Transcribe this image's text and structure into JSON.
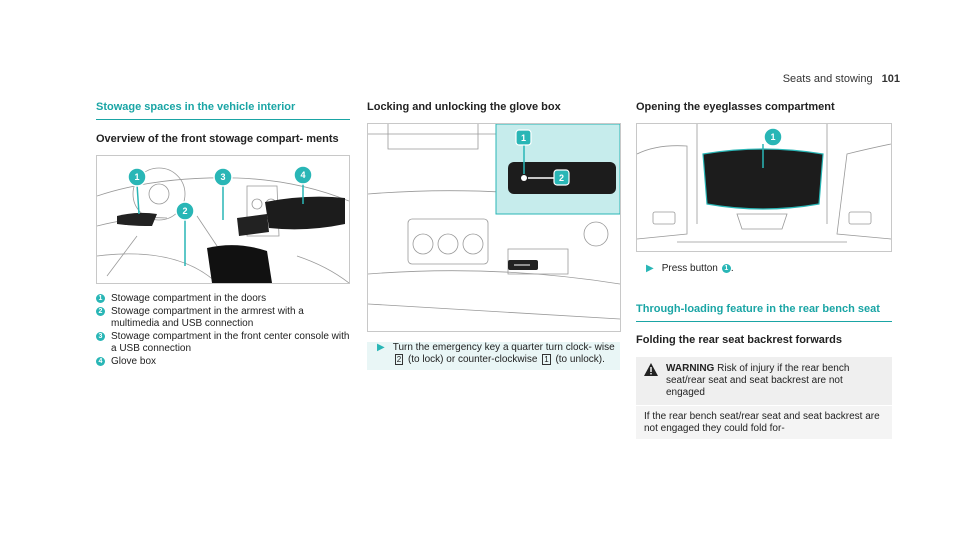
{
  "header": {
    "section": "Seats and stowing",
    "page_number": "101"
  },
  "col1": {
    "section_title": "Stowage spaces in the vehicle interior",
    "subheading": "Overview of the front stowage compart- ments",
    "figure_badges": [
      "1",
      "2",
      "3",
      "4"
    ],
    "legend": [
      {
        "num": "1",
        "text": "Stowage compartment in the doors"
      },
      {
        "num": "2",
        "text": "Stowage compartment in the armrest with a multimedia and USB connection"
      },
      {
        "num": "3",
        "text": "Stowage compartment in the front center console with a USB connection"
      },
      {
        "num": "4",
        "text": "Glove box"
      }
    ]
  },
  "col2": {
    "subheading": "Locking and unlocking the glove box",
    "figure_badges": [
      "1",
      "2"
    ],
    "step_text_a": "Turn the emergency key a quarter turn clock- wise",
    "step_key_a": "2",
    "step_text_b": "(to lock) or counter-clockwise",
    "step_key_b": "1",
    "step_text_c": "(to unlock)."
  },
  "col3": {
    "subheading": "Opening the eyeglasses compartment",
    "figure_badge": "1",
    "step_text": "Press button",
    "step_num": "1",
    "step_end": ".",
    "section_title": "Through-loading feature in the rear bench seat",
    "subheading2": "Folding the rear seat backrest forwards",
    "warning_label": "WARNING",
    "warning_title": "Risk of injury if the rear bench seat/rear seat and seat backrest are not engaged",
    "warning_body": "If the rear bench seat/rear seat and seat backrest are not engaged they could fold for-"
  },
  "colors": {
    "accent": "#29b6b6",
    "accent_light": "#c6ecec",
    "title": "#1aa5a5"
  }
}
